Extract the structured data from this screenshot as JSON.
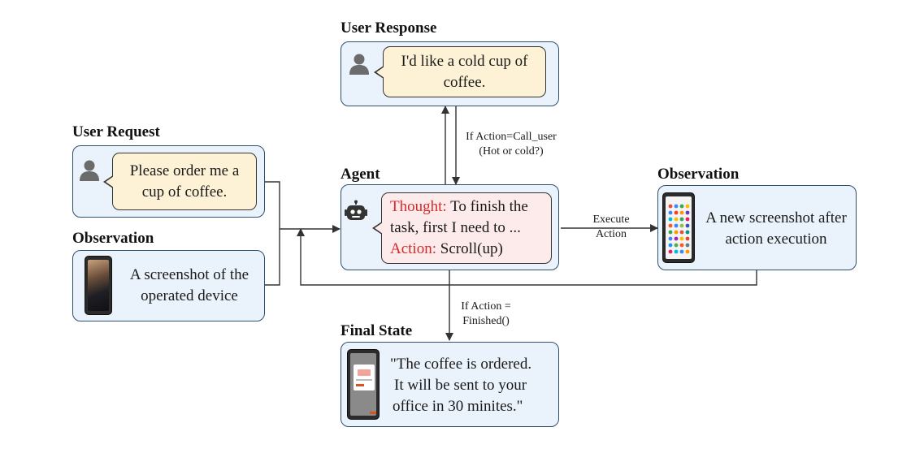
{
  "headings": {
    "user_response": "User Response",
    "user_request": "User Request",
    "agent": "Agent",
    "observation_left": "Observation",
    "observation_right": "Observation",
    "final_state": "Final State"
  },
  "user_response": {
    "line1": "I'd like a cold cup of",
    "line2": "coffee."
  },
  "user_request": {
    "line1": "Please order me a",
    "line2": "cup of coffee."
  },
  "observation_left": {
    "line1": "A screenshot of the",
    "line2": "operated device"
  },
  "agent": {
    "thought_label": "Thought:",
    "thought_text": " To finish the",
    "thought_line2": "task, first I need to ...",
    "action_label": "Action:",
    "action_text": " Scroll(up)"
  },
  "observation_right": {
    "line1": "A new screenshot after",
    "line2": "action execution"
  },
  "final_state": {
    "line1": "\"The coffee is ordered.",
    "line2": "It will be sent to your",
    "line3": "office  in 30 minites.\""
  },
  "edge_labels": {
    "call_user_1": "If Action=Call_user",
    "call_user_2": "(Hot or cold?)",
    "execute_1": "Execute",
    "execute_2": "Action",
    "finished_1": "If Action =",
    "finished_2": "Finished()"
  },
  "icons": {
    "user_response_avatar": "user-avatar-icon",
    "user_request_avatar": "user-avatar-icon",
    "agent_avatar": "robot-icon",
    "observation_left_device": "phone-screenshot-icon",
    "observation_right_device": "phone-screenshot-icon",
    "final_state_device": "phone-screenshot-icon"
  },
  "colors": {
    "panel_fill": "#eaf2fb",
    "panel_border": "#2f4f6e",
    "bubble_fill": "#fdf1d6",
    "thought_bubble_fill": "#fdeaea",
    "thought_action_label": "#d42a2a",
    "wire": "#333333"
  }
}
